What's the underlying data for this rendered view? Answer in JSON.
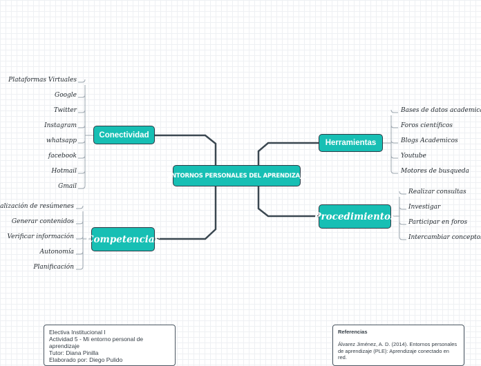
{
  "root": {
    "label": "ENTORNOS PERSONALES DEL APRENDIZAJE"
  },
  "branches": {
    "conectividad": {
      "label": "Conectividad",
      "items": [
        "Plataformas Virtuales",
        "Google",
        "Twitter",
        "Instagram",
        "whatsapp",
        "facebook",
        "Hotmail",
        "Gmail"
      ]
    },
    "competencias": {
      "label": "Competencias",
      "items": [
        "Realización de resúmenes",
        "Generar contenidos",
        "Verificar información",
        "Autonomía",
        "Planificación"
      ]
    },
    "herramientas": {
      "label": "Herramientas",
      "items": [
        "Bases de datos academicas",
        "Foros científicos",
        "Blogs Academicos",
        "Youtube",
        "Motores de busqueda"
      ]
    },
    "procedimientos": {
      "label": "Procedimientos",
      "items": [
        "Realizar consultas",
        "Investigar",
        "Participar en foros",
        "Intercambiar conceptos"
      ]
    }
  },
  "info_note": {
    "lines": [
      "Electiva Institucional I",
      "Actividad 5 - Mi entorno personal de aprendizaje",
      "Tutor: Diana Pinilla",
      "Elaborado por: Diego Pulido"
    ]
  },
  "references_note": {
    "title": "Referencias",
    "text": "Álvarez Jiménez, A. D. (2014). Entornos personales de aprendizaje (PLE): Aprendizaje conectado en red."
  },
  "colors": {
    "node_fill": "#17bfb4",
    "node_border": "#2e3a45",
    "connector": "#3a4750",
    "leaf_line": "#9aa4ad"
  }
}
